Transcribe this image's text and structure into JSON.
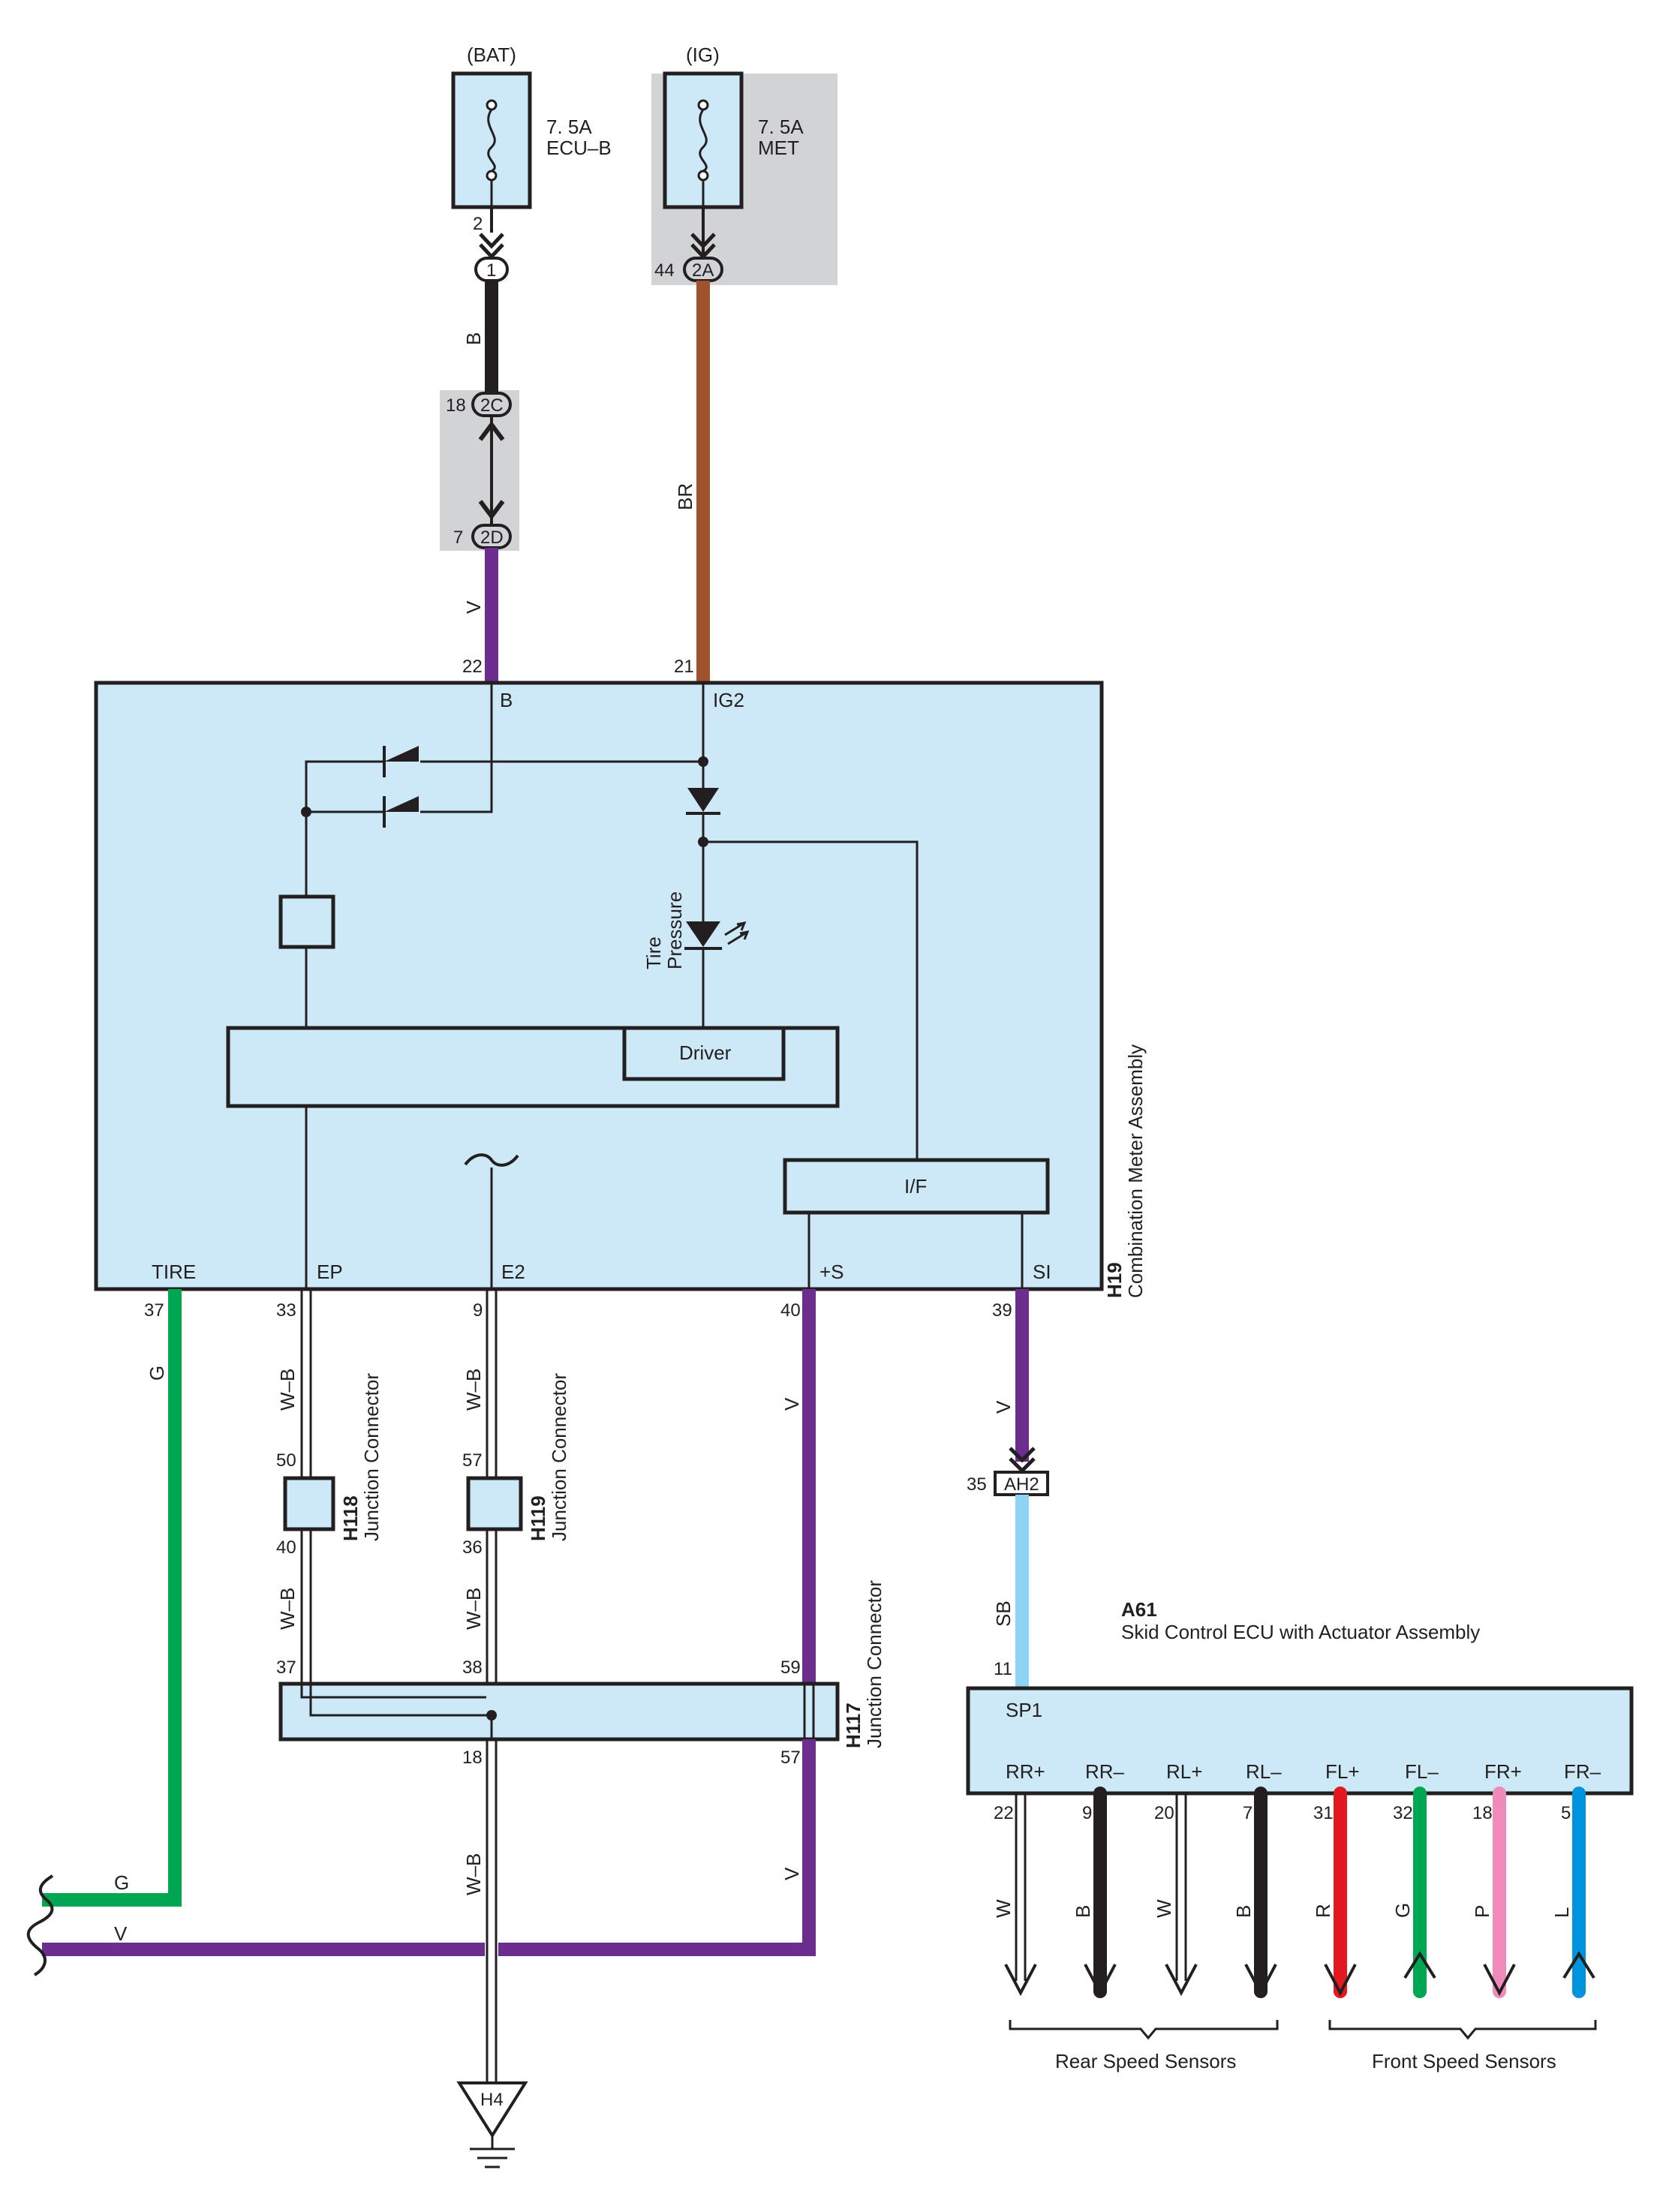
{
  "power": {
    "bat_label": "(BAT)",
    "ig_label": "(IG)",
    "fuse_bat": {
      "rating": "7. 5A",
      "name": "ECU–B",
      "pin": "2"
    },
    "fuse_ig": {
      "rating": "7. 5A",
      "name": "MET",
      "pin": "44"
    }
  },
  "connectors": {
    "c1": "1",
    "c2a": "2A",
    "c2c": "2C",
    "c2d": "2D",
    "ah2": "AH2",
    "h4": "H4",
    "pin_18_2c": "18",
    "pin_7_2d": "7",
    "pin_35": "35"
  },
  "wire_colors": {
    "B": "B",
    "V": "V",
    "BR": "BR",
    "G": "G",
    "WB": "W–B",
    "SB": "SB",
    "W": "W",
    "R": "R",
    "P": "P",
    "L": "L"
  },
  "meter": {
    "id": "H19",
    "name": "Combination Meter Assembly",
    "top_pins": {
      "b_num": "22",
      "b_label": "B",
      "ig2_num": "21",
      "ig2_label": "IG2"
    },
    "bottom_pins": {
      "tire_label": "TIRE",
      "tire_num": "37",
      "ep_label": "EP",
      "ep_num": "33",
      "e2_label": "E2",
      "e2_num": "9",
      "s_label": "+S",
      "s_num": "40",
      "si_label": "SI",
      "si_num": "39"
    },
    "driver_label": "Driver",
    "if_label": "I/F",
    "tire_line1": "Tire",
    "tire_line2": "Pressure"
  },
  "junctions": {
    "h118": {
      "id": "H118",
      "name": "Junction Connector",
      "pin_top": "50",
      "pin_bottom": "40"
    },
    "h119": {
      "id": "H119",
      "name": "Junction Connector",
      "pin_top": "57",
      "pin_bottom": "36"
    },
    "h117": {
      "id": "H117",
      "name": "Junction Connector",
      "pin_37": "37",
      "pin_38": "38",
      "pin_59": "59",
      "pin_18": "18",
      "pin_57": "57"
    }
  },
  "ecu": {
    "id": "A61",
    "name": "Skid Control ECU with Actuator Assembly",
    "sp1_num": "11",
    "sp1_label": "SP1",
    "pins": [
      {
        "label": "RR+",
        "num": "22",
        "wire": "W",
        "color": "#ffffff"
      },
      {
        "label": "RR–",
        "num": "9",
        "wire": "B",
        "color": "#231f20"
      },
      {
        "label": "RL+",
        "num": "20",
        "wire": "W",
        "color": "#ffffff"
      },
      {
        "label": "RL–",
        "num": "7",
        "wire": "B",
        "color": "#231f20"
      },
      {
        "label": "FL+",
        "num": "31",
        "wire": "R",
        "color": "#e3191f"
      },
      {
        "label": "FL–",
        "num": "32",
        "wire": "G",
        "color": "#00a651"
      },
      {
        "label": "FR+",
        "num": "18",
        "wire": "P",
        "color": "#f08ab8"
      },
      {
        "label": "FR–",
        "num": "5",
        "wire": "L",
        "color": "#0093dd"
      }
    ],
    "rear_group": "Rear Speed Sensors",
    "front_group": "Front Speed Sensors"
  },
  "offpage": {
    "g_label": "G",
    "v_label": "V"
  },
  "colors": {
    "box_fill": "#cde9f8",
    "shade": "#d1d3d4",
    "black_wire": "#231f20",
    "violet_wire": "#6b2d8e",
    "brown_wire": "#a0522d",
    "green_wire": "#00a651",
    "skyblue_wire": "#8dd3f3"
  }
}
